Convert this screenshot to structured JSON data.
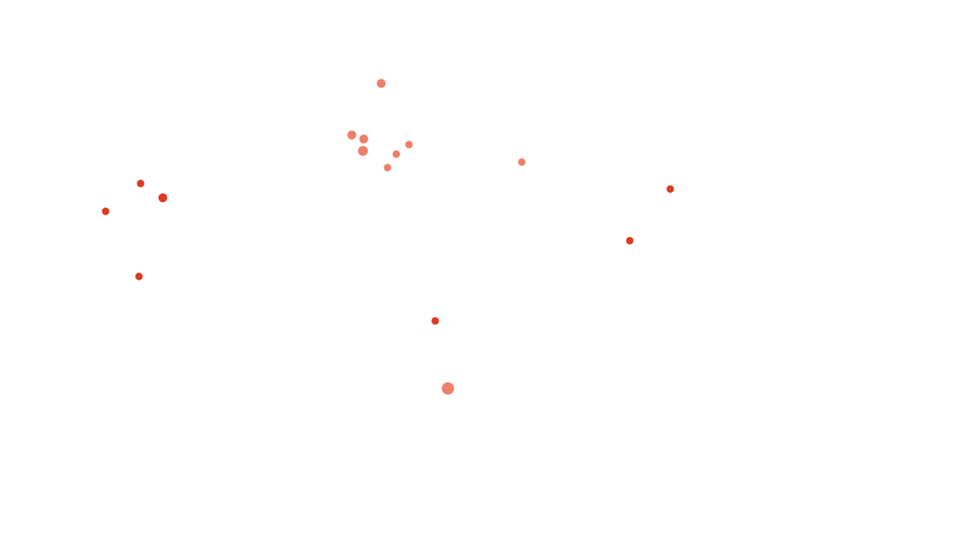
{
  "colors": {
    "background": "#ffffff",
    "marker_strong": "#dc3b1f",
    "marker_light": "#ef7f69"
  },
  "markers": {
    "light": [
      {
        "id": "marker-light-1",
        "size": 2
      },
      {
        "id": "marker-light-2",
        "size": 2
      },
      {
        "id": "marker-light-3",
        "size": 2
      },
      {
        "id": "marker-light-4",
        "size": 3
      },
      {
        "id": "marker-light-5",
        "size": 1
      },
      {
        "id": "marker-light-6",
        "size": 1
      },
      {
        "id": "marker-light-7",
        "size": 1
      },
      {
        "id": "marker-light-8",
        "size": 1
      },
      {
        "id": "marker-light-9",
        "size": 6
      }
    ],
    "strong": [
      {
        "id": "marker-strong-1",
        "size": 1
      },
      {
        "id": "marker-strong-2",
        "size": 2
      },
      {
        "id": "marker-strong-3",
        "size": 1
      },
      {
        "id": "marker-strong-4",
        "size": 1
      },
      {
        "id": "marker-strong-5",
        "size": 1
      },
      {
        "id": "marker-strong-6",
        "size": 1
      },
      {
        "id": "marker-strong-7",
        "size": 1
      }
    ]
  }
}
